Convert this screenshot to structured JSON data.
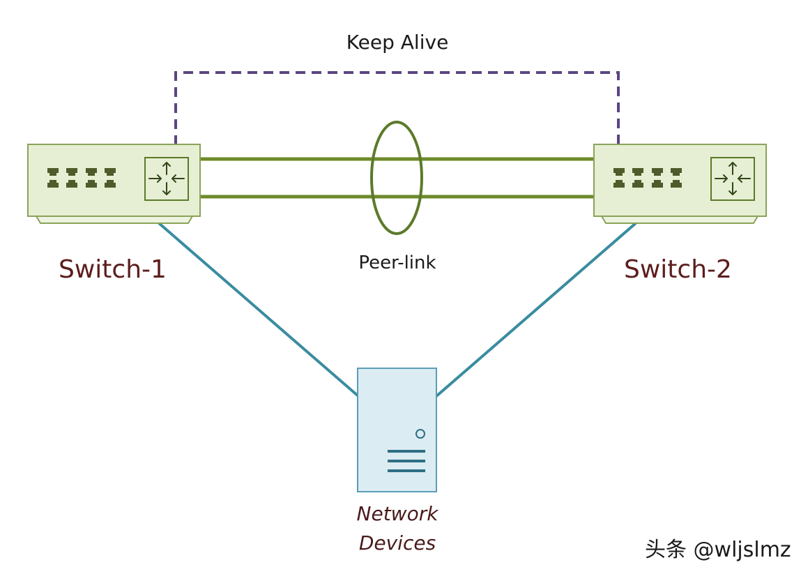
{
  "labels": {
    "keep_alive": "Keep Alive",
    "peer_link": "Peer-link",
    "switch_1": "Switch-1",
    "switch_2": "Switch-2",
    "device_line_1": "Network",
    "device_line_2": "Devices"
  },
  "watermark": "头条 @wljslmz",
  "colors": {
    "keep_alive_line": "#5b4680",
    "peer_link": "#6e8a2b",
    "downlink": "#3a8ca0",
    "switch_fill": "#e6efd3",
    "switch_stroke": "#8aa35a",
    "server_fill": "#dcecf3",
    "server_stroke": "#5a9db5",
    "switch_label": "#5c1d1d"
  },
  "icons": [
    "switch-port-icon",
    "router-arrows-icon",
    "server-icon"
  ]
}
